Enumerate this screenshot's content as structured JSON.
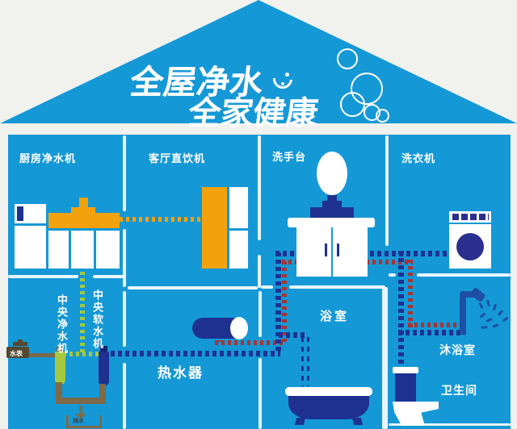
{
  "title": {
    "line1": "全屋净水",
    "line2": "全家健康"
  },
  "rooms": {
    "kitchen": "厨房净水机",
    "living_room": "客厅直饮机",
    "washbasin": "洗手台",
    "laundry": "洗衣机"
  },
  "equipment": {
    "central_purifier": "中央净水机",
    "central_softener": "中央软水机",
    "water_heater": "热水器",
    "bathroom": "浴室",
    "shower_room": "沐浴室",
    "toilet": "卫生间",
    "water_meter": "水表",
    "drain": "排水"
  },
  "colors": {
    "background": "#f1f1ee",
    "house_blue": "#1598d6",
    "appliance_navy": "#1e3191",
    "accent_orange": "#f2a20c",
    "purifier_green": "#a5c83e",
    "hot_water_red": "#a83333",
    "pipe_olive": "#7c6a48",
    "wall_line": "#e7f6fd",
    "shower_blue": "#1d4fa2",
    "white": "#ffffff"
  }
}
